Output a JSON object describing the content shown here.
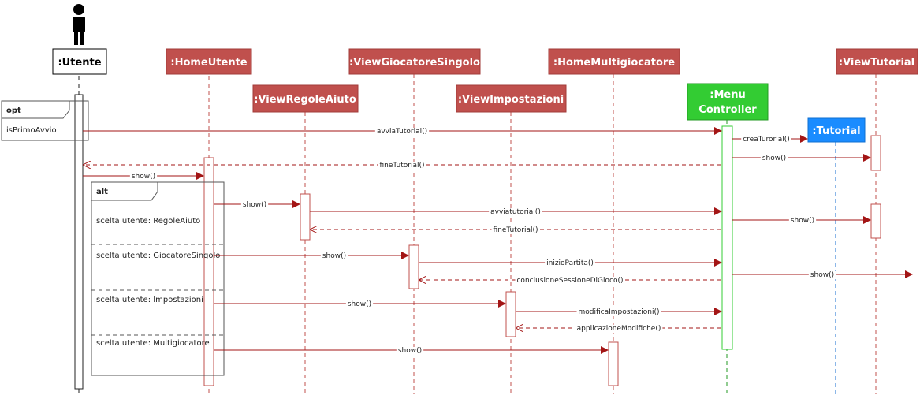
{
  "lifelines": {
    "utente": {
      "label": ":Utente",
      "fill": "#ffffff",
      "text": "#000000",
      "stroke": "#000000"
    },
    "homeUtente": {
      "label": ":HomeUtente",
      "fill": "#c0504d",
      "text": "#ffffff",
      "stroke": "#a23b39"
    },
    "viewRegoleAiuto": {
      "label": ":ViewRegoleAiuto",
      "fill": "#c0504d",
      "text": "#ffffff",
      "stroke": "#a23b39"
    },
    "viewGiocatoreSingolo": {
      "label": ":ViewGiocatoreSingolo",
      "fill": "#c0504d",
      "text": "#ffffff",
      "stroke": "#a23b39"
    },
    "viewImpostazioni": {
      "label": ":ViewImpostazioni",
      "fill": "#c0504d",
      "text": "#ffffff",
      "stroke": "#a23b39"
    },
    "homeMultigiocatore": {
      "label": ":HomeMultigiocatore",
      "fill": "#c0504d",
      "text": "#ffffff",
      "stroke": "#a23b39"
    },
    "menuController": {
      "label_line1": ":Menu",
      "label_line2": "Controller",
      "fill": "#33cc33",
      "text": "#ffffff",
      "stroke": "#239a23"
    },
    "tutorial": {
      "label": ":Tutorial",
      "fill": "#1a8cff",
      "text": "#ffffff",
      "stroke": "#0f6fd1"
    },
    "viewTutorial": {
      "label": ":ViewTutorial",
      "fill": "#c0504d",
      "text": "#ffffff",
      "stroke": "#a23b39"
    }
  },
  "fragments": {
    "opt": {
      "label": "opt",
      "guard": "isPrimoAvvio"
    },
    "alt": {
      "label": "alt",
      "guards": [
        "scelta utente: RegoleAiuto",
        "scelta utente: GiocatoreSingolo",
        "scelta utente: Impostazioni",
        "scelta utente: Multigiocatore"
      ]
    }
  },
  "messages": {
    "m1": "avviaTutorial()",
    "m2": "creaTurorial()",
    "m3": "show()",
    "m4": "fineTutorial()",
    "m5": "show()",
    "m6": "show()",
    "m7": "avviatutorial()",
    "m8": "show()",
    "m9": "fineTutorial()",
    "m10": "show()",
    "m11": "inizioPartita()",
    "m12": "show()",
    "m13": "conclusioneSessioneDiGioco()",
    "m14": "show()",
    "m15": "modificaImpostazioni()",
    "m16": "applicazioneModifiche()",
    "m17": "show()"
  },
  "colors": {
    "message_line": "#a31515",
    "activation_red": "#c0504d",
    "activation_green": "#33cc33",
    "lifeline_blue": "#1a6fd1",
    "frame": "#555555"
  },
  "icons": {
    "actor": "stick-figure-icon"
  }
}
